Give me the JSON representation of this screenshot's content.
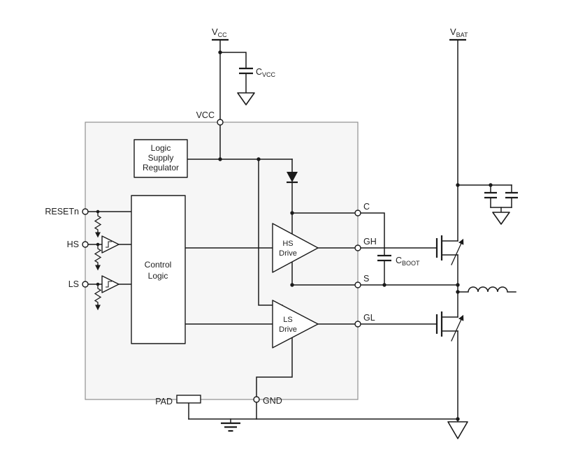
{
  "labels": {
    "vcc": {
      "main": "V",
      "sub": "CC"
    },
    "vbat": {
      "main": "V",
      "sub": "BAT"
    },
    "cvcc": {
      "main": "C",
      "sub": "VCC"
    },
    "cboot": {
      "main": "C",
      "sub": "BOOT"
    }
  },
  "ic": {
    "blocks": {
      "regulator": [
        "Logic",
        "Supply",
        "Regulator"
      ],
      "control": [
        "Control",
        "Logic"
      ],
      "hs_drive": [
        "HS",
        "Drive"
      ],
      "ls_drive": [
        "LS",
        "Drive"
      ]
    },
    "pins": {
      "vcc": "VCC",
      "resetn": "RESETn",
      "hs": "HS",
      "ls": "LS",
      "c": "C",
      "gh": "GH",
      "s": "S",
      "gl": "GL",
      "gnd": "GND",
      "pad": "PAD"
    }
  },
  "colors": {
    "wire": "#1a1a1a",
    "ic_fill": "#f6f6f6",
    "ic_border": "#909090",
    "background": "#ffffff"
  }
}
